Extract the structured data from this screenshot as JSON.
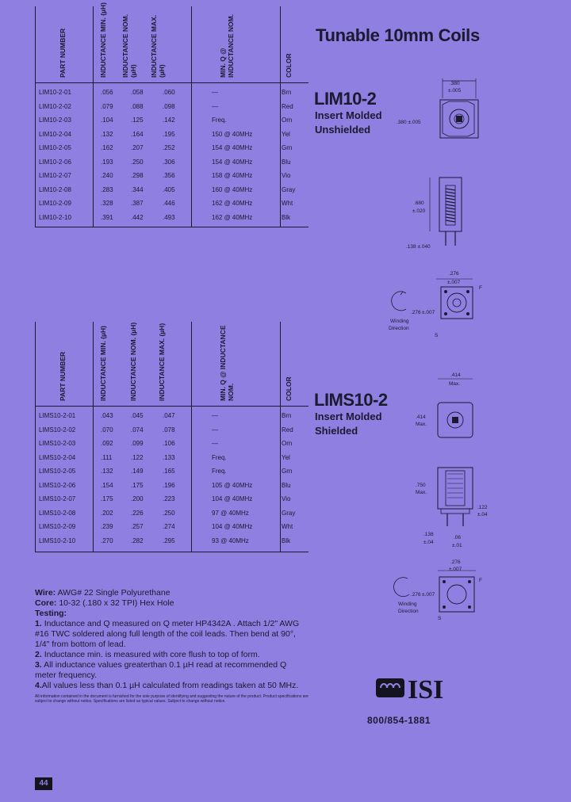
{
  "title": "Tunable 10mm Coils",
  "columns": [
    "PART NUMBER",
    "INDUCTANCE MIN. (µH)",
    "INDUCTANCE NOM. (µH)",
    "INDUCTANCE MAX. (µH)",
    "MIN. Q @ INDUCTANCE NOM.",
    "COLOR"
  ],
  "lim": {
    "name": "LIM10-2",
    "subtitle_1": "Insert Molded",
    "subtitle_2": "Unshielded",
    "rows": [
      [
        "LIM10-2-01",
        ".056",
        ".058",
        ".060",
        "—",
        "Brn"
      ],
      [
        "LIM10-2-02",
        ".079",
        ".088",
        ".098",
        "—",
        "Red"
      ],
      [
        "LIM10-2-03",
        ".104",
        ".125",
        ".142",
        "Freq.",
        "Orn"
      ],
      [
        "LIM10-2-04",
        ".132",
        ".164",
        ".195",
        "150 @ 40MHz",
        "Yel"
      ],
      [
        "LIM10-2-05",
        ".162",
        ".207",
        ".252",
        "154 @ 40MHz",
        "Grn"
      ],
      [
        "LIM10-2-06",
        ".193",
        ".250",
        ".306",
        "154 @ 40MHz",
        "Blu"
      ],
      [
        "LIM10-2-07",
        ".240",
        ".298",
        ".356",
        "158 @ 40MHz",
        "Vio"
      ],
      [
        "LIM10-2-08",
        ".283",
        ".344",
        ".405",
        "160 @ 40MHz",
        "Gray"
      ],
      [
        "LIM10-2-09",
        ".328",
        ".387",
        ".446",
        "162 @ 40MHz",
        "Wht"
      ],
      [
        "LIM10-2-10",
        ".391",
        ".442",
        ".493",
        "162 @ 40MHz",
        "Blk"
      ]
    ],
    "dims": {
      "top_w": ".380",
      "top_w_tol": "±.005",
      "top_h": ".380 ±.005",
      "side_h": ".680",
      "side_h_tol": "±.020",
      "pin": ".138 ±.040",
      "base_w": ".276",
      "base_w_tol": "±.007",
      "base_h": ".276",
      "base_h_tol": "±.007",
      "f": "F",
      "s": "S",
      "winding": "Winding",
      "direction": "Direction"
    }
  },
  "lims": {
    "name": "LIMS10-2",
    "subtitle_1": "Insert Molded",
    "subtitle_2": "Shielded",
    "rows": [
      [
        "LIMS10-2-01",
        ".043",
        ".045",
        ".047",
        "—",
        "Brn"
      ],
      [
        "LIMS10-2-02",
        ".070",
        ".074",
        ".078",
        "—",
        "Red"
      ],
      [
        "LIMS10-2-03",
        ".092",
        ".099",
        ".106",
        "—",
        "Orn"
      ],
      [
        "LIMS10-2-04",
        ".111",
        ".122",
        ".133",
        "Freq.",
        "Yel"
      ],
      [
        "LIMS10-2-05",
        ".132",
        ".149",
        ".165",
        "Freq.",
        "Grn"
      ],
      [
        "LIMS10-2-06",
        ".154",
        ".175",
        ".196",
        "105 @ 40MHz",
        "Blu"
      ],
      [
        "LIMS10-2-07",
        ".175",
        ".200",
        ".223",
        "104 @ 40MHz",
        "Vio"
      ],
      [
        "LIMS10-2-08",
        ".202",
        ".226",
        ".250",
        "97 @ 40MHz",
        "Gray"
      ],
      [
        "LIMS10-2-09",
        ".239",
        ".257",
        ".274",
        "104 @ 40MHz",
        "Wht"
      ],
      [
        "LIMS10-2-10",
        ".270",
        ".282",
        ".295",
        "93 @ 40MHz",
        "Blk"
      ]
    ],
    "dims": {
      "top_w": ".414",
      "top_w_tol": "Max.",
      "top_h": ".414",
      "top_h_tol": "Max.",
      "side_h": ".750",
      "side_h_tol": "Max.",
      "pin_len": ".122",
      "pin_len_tol": "±.04",
      "pin": ".138",
      "pin_tol": "±.04",
      "pitch": ".06",
      "pitch_tol": "±.01",
      "base_w": ".276",
      "base_w_tol": "±.007",
      "base_h": ".276",
      "base_h_tol": "±.007",
      "f": "F",
      "s": "S",
      "winding": "Winding",
      "direction": "Direction"
    }
  },
  "notes": {
    "wire_label": "Wire:",
    "wire": "AWG# 22 Single Polyurethane",
    "core_label": "Core:",
    "core": "10-32 (.180 x 32 TPI) Hex Hole",
    "testing_label": "Testing:",
    "n1_num": "1.",
    "n1": "Inductance and Q measured on Q meter HP4342A . Attach 1/2\" AWG #16 TWC soldered along full length of the coil leads. Then bend at 90°, 1/4\" from bottom of lead.",
    "n2_num": "2.",
    "n2": "Inductance min. is measured with core flush to top of form.",
    "n3_num": "3.",
    "n3": "All inductance values  greaterthan 0.1 µH read at recommended Q meter frequency.",
    "n4_num": "4.",
    "n4": "All values less than 0.1 µH calculated from readings taken at 50 MHz.",
    "fine_print": "All information contained in the document is furnished for the sole purpose of identifying and suggesting the nature of the product. Product specifications are subject to change without notice. Specifications are listed as typical values. Subject to change without notice."
  },
  "logo_text": "ISI",
  "phone": "800/854-1881",
  "page_number": "44",
  "colors": {
    "background": "#8f7fe0",
    "ink": "#1a1a30"
  }
}
